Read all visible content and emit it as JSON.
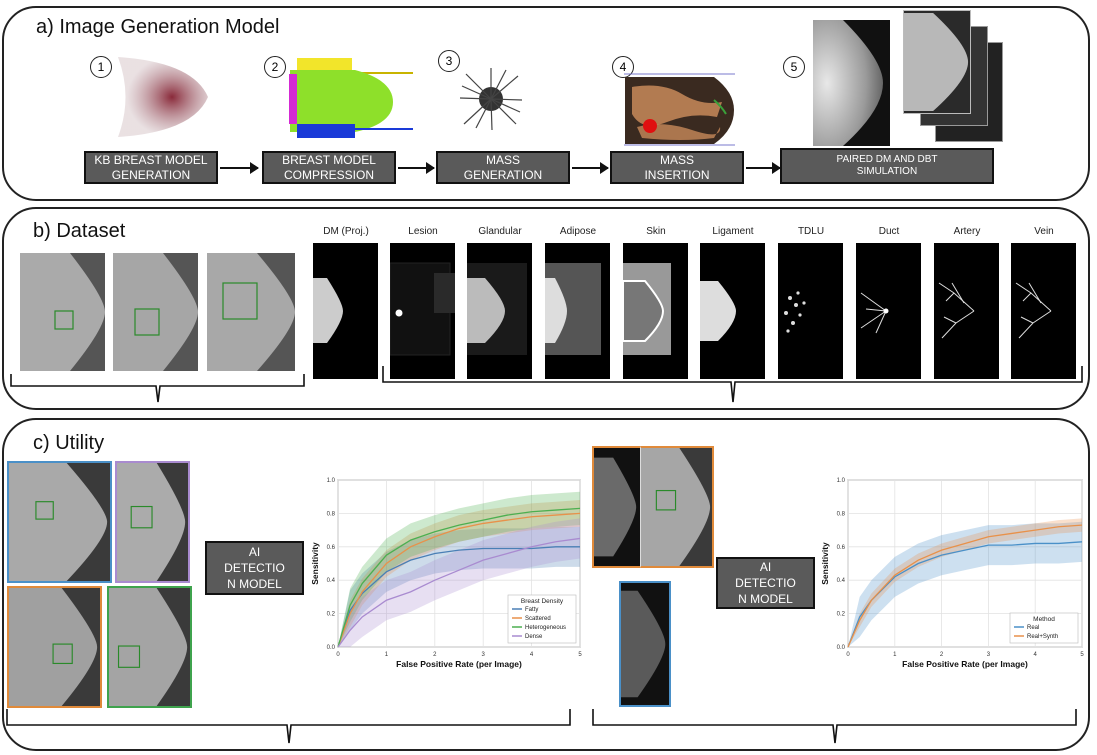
{
  "panel_a": {
    "title": "a) Image Generation Model",
    "steps": [
      {
        "num": "1",
        "label": "KB BREAST MODEL\nGENERATION"
      },
      {
        "num": "2",
        "label": "BREAST MODEL\nCOMPRESSION"
      },
      {
        "num": "3",
        "label": "MASS\nGENERATION"
      },
      {
        "num": "4",
        "label": "MASS\nINSERTION"
      },
      {
        "num": "5",
        "label": "PAIRED DM AND DBT\nSIMULATION"
      }
    ]
  },
  "panel_b": {
    "title": "b) Dataset",
    "tiles": [
      "DM (Proj.)",
      "Lesion",
      "Glandular",
      "Adipose",
      "Skin",
      "Ligament",
      "TDLU",
      "Duct",
      "Artery",
      "Vein"
    ]
  },
  "panel_c": {
    "title": "c) Utility",
    "ai_box_left": "AI\nDETECTIO\nN MODEL",
    "ai_box_right": "AI\nDETECTIO\nN MODEL",
    "frame_colors": {
      "blue": "#4a90c8",
      "purple": "#a98bd0",
      "orange": "#e08a3a",
      "green": "#3fa34d"
    }
  },
  "chart_data": [
    {
      "type": "line",
      "xlabel": "False Positive Rate (per Image)",
      "ylabel": "Sensitivity",
      "xlim": [
        0,
        5
      ],
      "ylim": [
        0,
        1.0
      ],
      "xticks": [
        "0",
        "1",
        "2",
        "3",
        "4",
        "5"
      ],
      "yticks": [
        "0.0",
        "0.2",
        "0.4",
        "0.6",
        "0.8",
        "1.0"
      ],
      "grid": true,
      "legend_title": "Breast Density",
      "legend_position": "bottom-right",
      "series": [
        {
          "name": "Fatty",
          "color": "#4a7fb5",
          "x": [
            0,
            0.25,
            0.5,
            1,
            1.5,
            2,
            2.5,
            3,
            3.5,
            4,
            4.5,
            5
          ],
          "y": [
            0,
            0.22,
            0.32,
            0.45,
            0.52,
            0.56,
            0.58,
            0.59,
            0.59,
            0.59,
            0.6,
            0.6
          ],
          "band": 0.12
        },
        {
          "name": "Scattered",
          "color": "#e8914a",
          "x": [
            0,
            0.25,
            0.5,
            1,
            1.5,
            2,
            2.5,
            3,
            3.5,
            4,
            4.5,
            5
          ],
          "y": [
            0,
            0.2,
            0.33,
            0.5,
            0.6,
            0.66,
            0.71,
            0.74,
            0.76,
            0.78,
            0.79,
            0.8
          ],
          "band": 0.08
        },
        {
          "name": "Heterogeneous",
          "color": "#4caf50",
          "x": [
            0,
            0.25,
            0.5,
            1,
            1.5,
            2,
            2.5,
            3,
            3.5,
            4,
            4.5,
            5
          ],
          "y": [
            0,
            0.25,
            0.38,
            0.55,
            0.64,
            0.69,
            0.73,
            0.76,
            0.79,
            0.81,
            0.82,
            0.83
          ],
          "band": 0.1
        },
        {
          "name": "Dense",
          "color": "#a98bd0",
          "x": [
            0,
            0.25,
            0.5,
            1,
            1.5,
            2,
            2.5,
            3,
            3.5,
            4,
            4.5,
            5
          ],
          "y": [
            0,
            0.1,
            0.18,
            0.28,
            0.33,
            0.4,
            0.46,
            0.52,
            0.56,
            0.6,
            0.63,
            0.65
          ],
          "band": 0.12
        }
      ]
    },
    {
      "type": "line",
      "xlabel": "False Positive Rate (per Image)",
      "ylabel": "Sensitivity",
      "xlim": [
        0,
        5
      ],
      "ylim": [
        0,
        1.0
      ],
      "xticks": [
        "0",
        "1",
        "2",
        "3",
        "4",
        "5"
      ],
      "yticks": [
        "0.0",
        "0.2",
        "0.4",
        "0.6",
        "0.8",
        "1.0"
      ],
      "grid": true,
      "legend_title": "Method",
      "legend_position": "bottom-right",
      "series": [
        {
          "name": "Real",
          "color": "#4a90c8",
          "x": [
            0,
            0.25,
            0.5,
            1,
            1.5,
            2,
            2.5,
            3,
            3.5,
            4,
            4.5,
            5
          ],
          "y": [
            0,
            0.18,
            0.28,
            0.42,
            0.5,
            0.55,
            0.58,
            0.61,
            0.61,
            0.62,
            0.62,
            0.63
          ],
          "band": 0.12
        },
        {
          "name": "Real+Synth",
          "color": "#e8914a",
          "x": [
            0,
            0.25,
            0.5,
            1,
            1.5,
            2,
            2.5,
            3,
            3.5,
            4,
            4.5,
            5
          ],
          "y": [
            0,
            0.16,
            0.28,
            0.43,
            0.52,
            0.58,
            0.62,
            0.66,
            0.68,
            0.7,
            0.72,
            0.73
          ],
          "band": 0.04
        }
      ]
    }
  ]
}
